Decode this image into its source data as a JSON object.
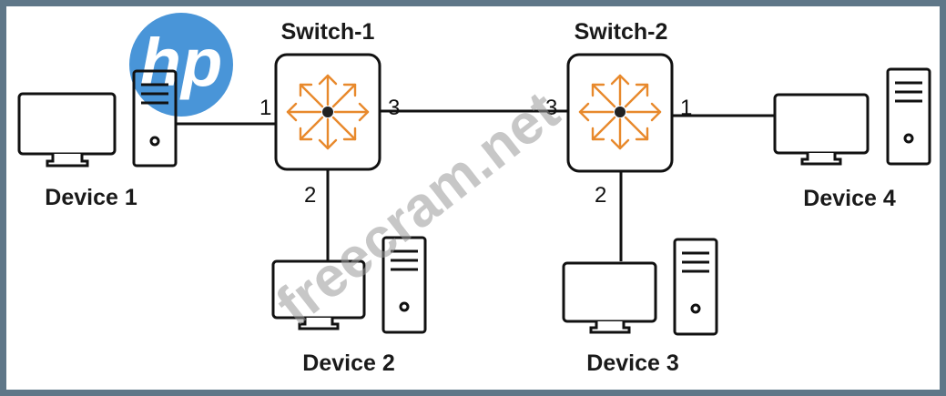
{
  "switches": [
    {
      "id": "switch-1",
      "label": "Switch-1"
    },
    {
      "id": "switch-2",
      "label": "Switch-2"
    }
  ],
  "devices": [
    {
      "id": "device-1",
      "label": "Device 1"
    },
    {
      "id": "device-2",
      "label": "Device 2"
    },
    {
      "id": "device-3",
      "label": "Device 3"
    },
    {
      "id": "device-4",
      "label": "Device 4"
    }
  ],
  "ports": {
    "sw1_p1": "1",
    "sw1_p2": "2",
    "sw1_p3": "3",
    "sw2_p3": "3",
    "sw2_p2": "2",
    "sw2_p1": "1"
  },
  "links": [
    {
      "from": "device-1",
      "to": "switch-1",
      "port": "1"
    },
    {
      "from": "device-2",
      "to": "switch-1",
      "port": "2"
    },
    {
      "from": "switch-1",
      "to": "switch-2",
      "ports": [
        "3",
        "3"
      ]
    },
    {
      "from": "device-3",
      "to": "switch-2",
      "port": "2"
    },
    {
      "from": "device-4",
      "to": "switch-2",
      "port": "1"
    }
  ],
  "logo": {
    "text": "hp",
    "color": "#3f8fd6"
  },
  "watermark": {
    "text": "freecram.net",
    "color": "#9a9a9a"
  },
  "colors": {
    "frame": "#5f7788",
    "switch_arrows": "#e8892c",
    "line": "#111111"
  }
}
